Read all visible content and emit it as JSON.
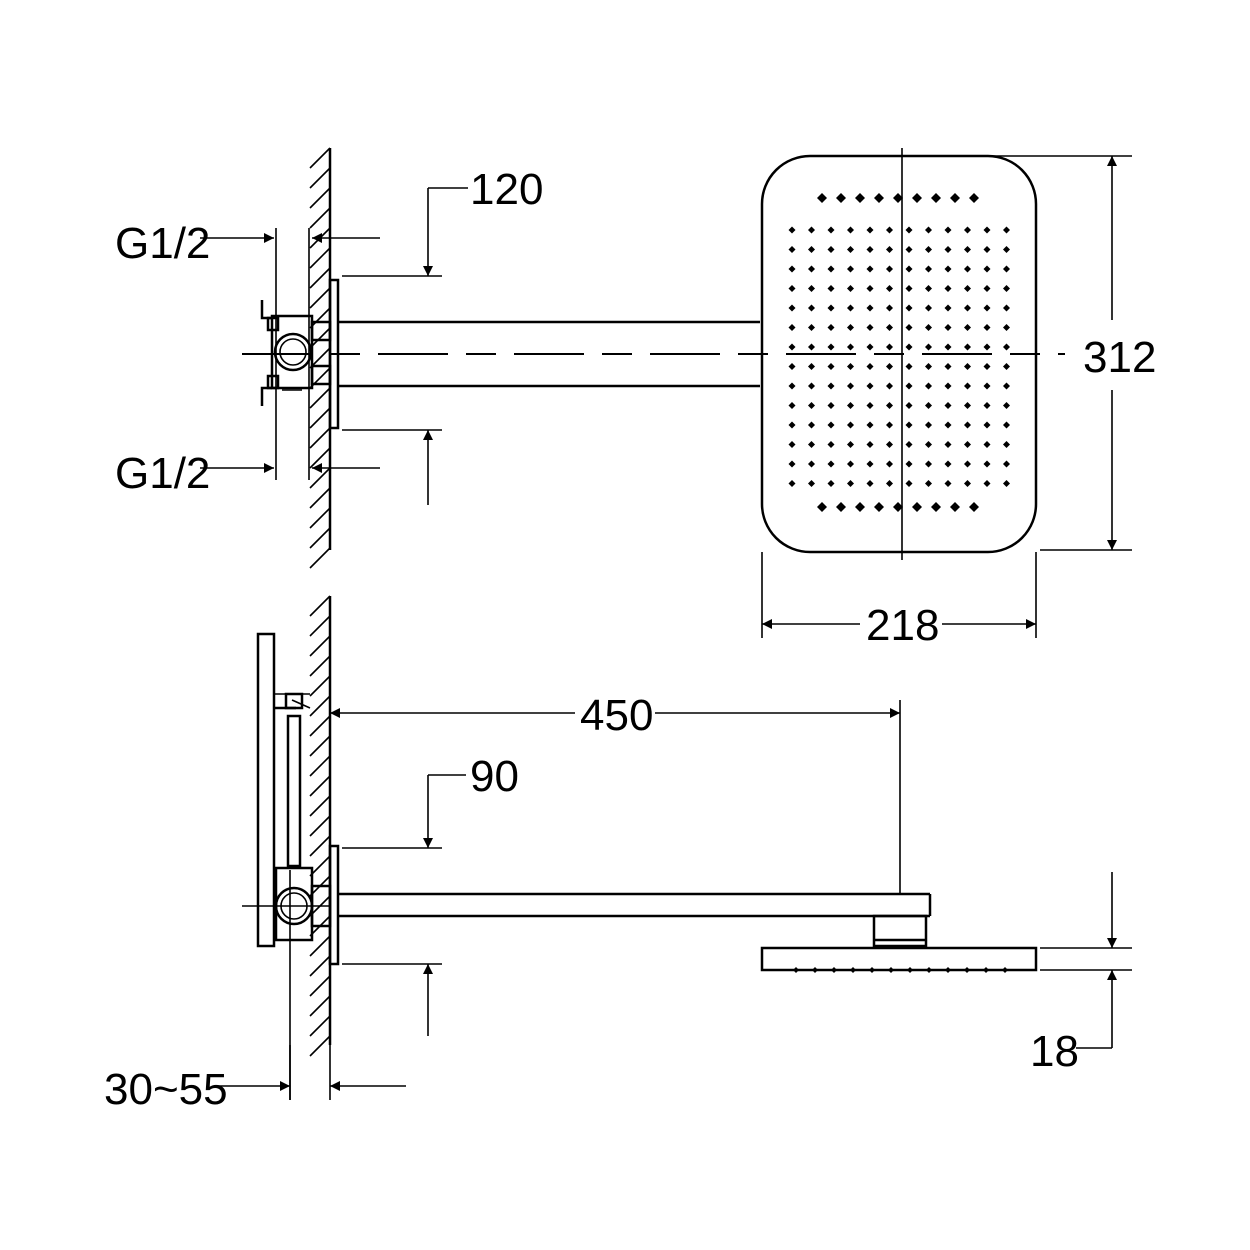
{
  "dimensions": {
    "inlet_top": "G1/2",
    "inlet_bottom": "G1/2",
    "arm_offset_top": "120",
    "head_height": "312",
    "head_width": "218",
    "arm_length": "450",
    "arm_offset_side": "90",
    "wall_depth": "30~55",
    "head_thickness": "18"
  }
}
